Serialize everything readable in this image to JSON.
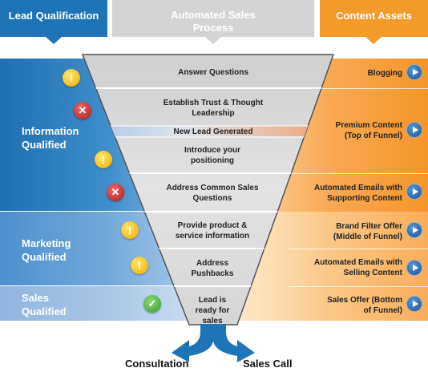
{
  "headers": {
    "left": "Lead Qualification",
    "middle": "Automated Sales Process",
    "right": "Content Assets"
  },
  "qualification_levels": [
    {
      "label": "Information Qualified"
    },
    {
      "label": "Marketing Qualified"
    },
    {
      "label": "Sales Qualified"
    }
  ],
  "stages": [
    {
      "label": "Answer Questions",
      "indicator": "warning"
    },
    {
      "label": "Establish Trust & Thought Leadership",
      "indicator": "stop"
    },
    {
      "label": "New Lead Generated"
    },
    {
      "label": "Introduce your positioning",
      "indicator": "warning"
    },
    {
      "label": "Address Common Sales Questions",
      "indicator": "stop"
    },
    {
      "label": "Provide product & service information",
      "indicator": "warning"
    },
    {
      "label": "Address Pushbacks",
      "indicator": "warning"
    },
    {
      "label": "Lead is ready for sales",
      "indicator": "check"
    }
  ],
  "content_assets": [
    {
      "label": "Blogging"
    },
    {
      "label": "Premium Content (Top of Funnel)"
    },
    {
      "label": "Automated Emails with Supporting Content"
    },
    {
      "label": "Brand Filter Offer (Middle of Funnel)"
    },
    {
      "label": "Automated Emails with Selling Content"
    },
    {
      "label": "Sales Offer (Bottom of Funnel)"
    }
  ],
  "outcomes": {
    "left": "Consultation",
    "right": "Sales Call"
  },
  "colors": {
    "blue": "#1f73b7",
    "gray": "#d4d4d4",
    "orange": "#f39a2b",
    "new_lead_band": "#e8884a"
  },
  "icons": {
    "warning": "exclamation-icon",
    "stop": "x-icon",
    "check": "check-icon",
    "play": "play-icon"
  }
}
